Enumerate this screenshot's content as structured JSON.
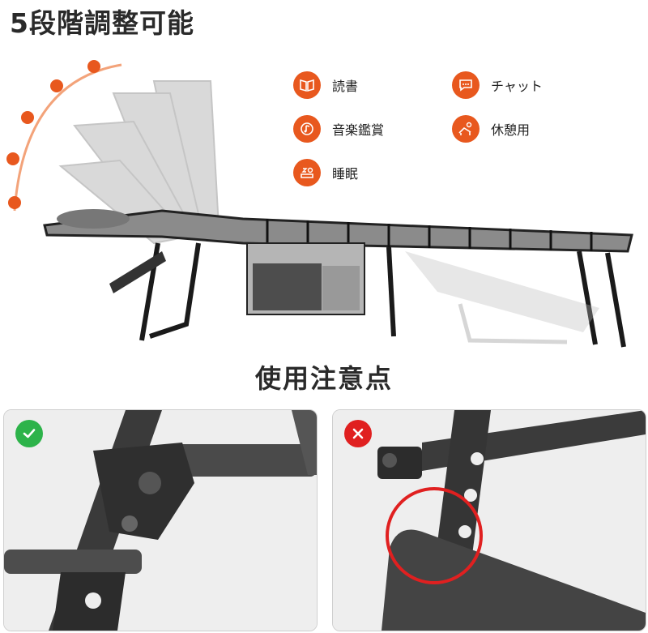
{
  "title": "5段階調整可能",
  "features": [
    {
      "icon": "book-icon",
      "label": "読書"
    },
    {
      "icon": "chat-icon",
      "label": "チャット"
    },
    {
      "icon": "music-icon",
      "label": "音楽鑑賞"
    },
    {
      "icon": "relax-icon",
      "label": "休憩用"
    },
    {
      "icon": "sleep-icon",
      "label": "睡眠"
    }
  ],
  "section_title": "使用注意点",
  "colors": {
    "accent": "#e8581e",
    "ok": "#2db34a",
    "ng": "#e02020"
  },
  "panels": [
    {
      "badge_icon": "check-icon",
      "status": "correct"
    },
    {
      "badge_icon": "cross-icon",
      "status": "incorrect"
    }
  ]
}
